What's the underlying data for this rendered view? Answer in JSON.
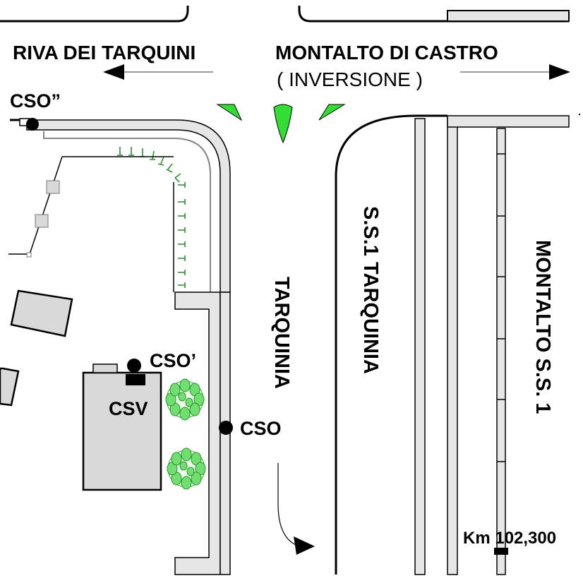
{
  "labels": {
    "riva_dei_tarquini": "RIVA DEI TARQUINI",
    "montalto_di_castro": "MONTALTO DI CASTRO",
    "inversione": "( INVERSIONE )",
    "cso_double_prime": "CSO”",
    "cso_prime": "CSO’",
    "csv": "CSV",
    "cso": "CSO",
    "tarquinia": "TARQUINIA",
    "ss1_tarquinia": "S.S.1  TARQUINIA",
    "montalto_ss1": "MONTALTO   S.S. 1",
    "km_marker": "Km  102,300"
  },
  "colors": {
    "road_fill": "#e6e6e6",
    "building_fill": "#d9d9d9",
    "island_green": "#33dd33",
    "tree_green": "#6fe06f",
    "grass_tick": "#2f8f2f",
    "outline": "#000000"
  }
}
